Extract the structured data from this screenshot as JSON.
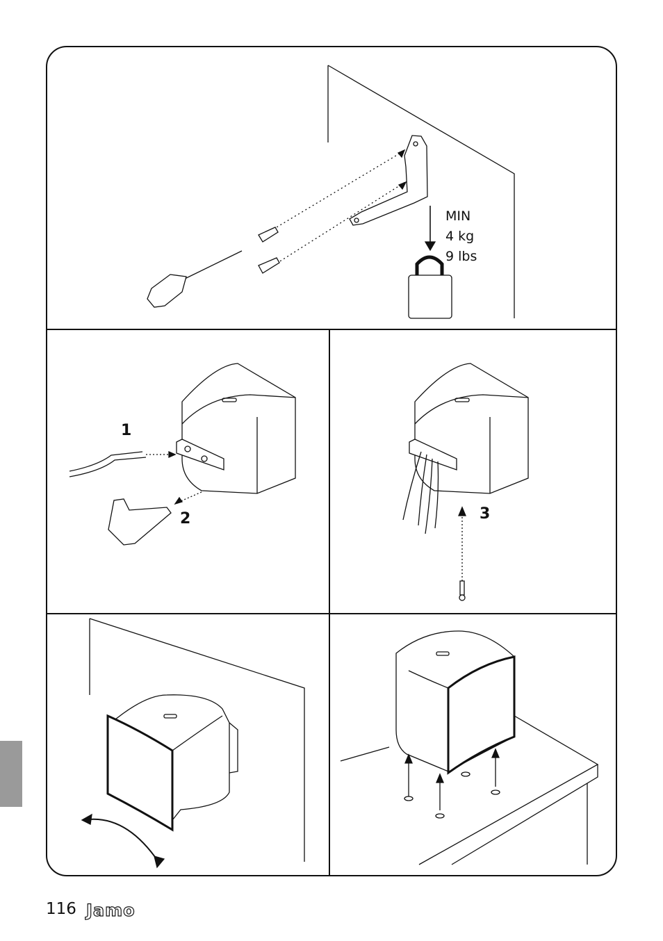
{
  "weight": {
    "line1": "MIN",
    "line2": "4 kg",
    "line3": "9 lbs"
  },
  "steps": {
    "one": "1",
    "two": "2",
    "three": "3"
  },
  "footer": {
    "page_number": "116",
    "brand": "Jamo"
  }
}
